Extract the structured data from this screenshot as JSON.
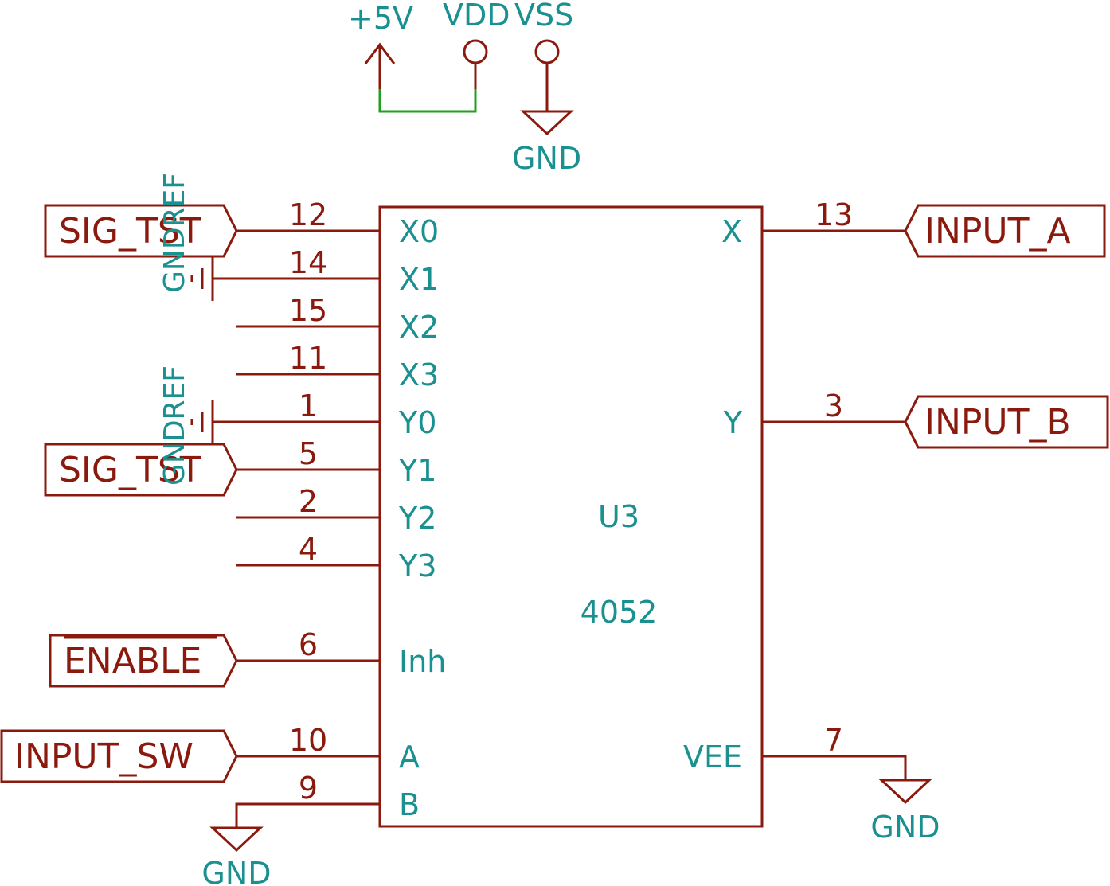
{
  "chip": {
    "reference": "U3",
    "value": "4052"
  },
  "power": {
    "plus5v": "+5V",
    "vdd": "VDD",
    "vss": "VSS"
  },
  "ground_label": "GND",
  "gndref_label": "GNDREF",
  "pins_left": [
    {
      "name": "X0",
      "num": "12"
    },
    {
      "name": "X1",
      "num": "14"
    },
    {
      "name": "X2",
      "num": "15"
    },
    {
      "name": "X3",
      "num": "11"
    },
    {
      "name": "Y0",
      "num": "1"
    },
    {
      "name": "Y1",
      "num": "5"
    },
    {
      "name": "Y2",
      "num": "2"
    },
    {
      "name": "Y3",
      "num": "4"
    },
    {
      "name": "Inh",
      "num": "6"
    },
    {
      "name": "A",
      "num": "10"
    },
    {
      "name": "B",
      "num": "9"
    }
  ],
  "pins_right": [
    {
      "name": "X",
      "num": "13"
    },
    {
      "name": "Y",
      "num": "3"
    },
    {
      "name": "VEE",
      "num": "7"
    }
  ],
  "labels": {
    "sig_tst_1": "SIG_TST",
    "sig_tst_2": "SIG_TST",
    "enable": "ENABLE",
    "input_sw": "INPUT_SW",
    "input_a": "INPUT_A",
    "input_b": "INPUT_B"
  },
  "colors": {
    "wire": "#8b1a0e",
    "text": "#1a9090",
    "power_wire": "#1fa01f"
  }
}
